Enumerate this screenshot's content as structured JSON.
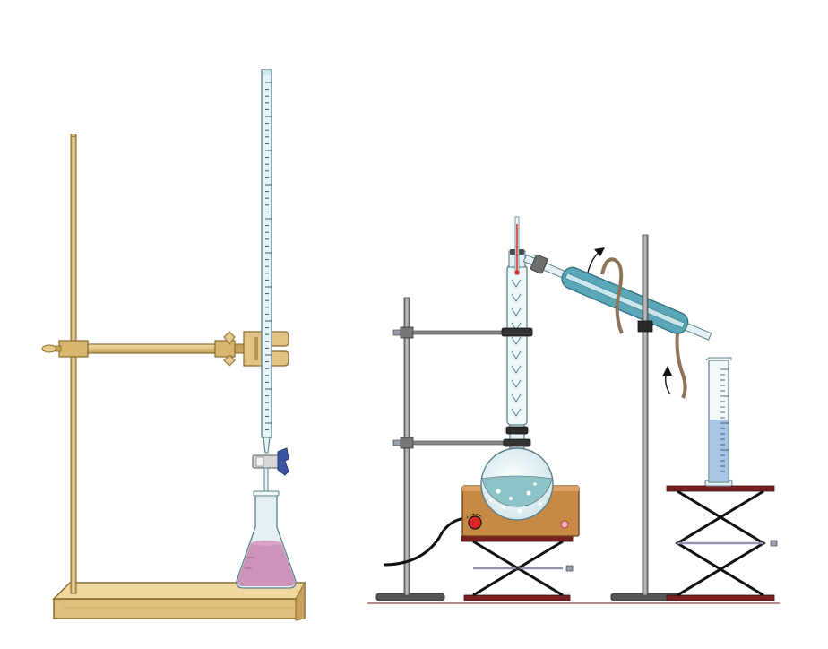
{
  "scene": {
    "apparatus": [
      {
        "name": "titration-setup",
        "parts": [
          "ring-stand",
          "clamp",
          "burette",
          "stopcock",
          "erlenmeyer-flask"
        ]
      },
      {
        "name": "distillation-setup",
        "parts": [
          "round-bottom-flask",
          "hot-plate",
          "fractionating-column",
          "thermometer",
          "condenser",
          "graduated-cylinder",
          "lab-jacks",
          "support-stands"
        ]
      }
    ],
    "colors": {
      "wood": "#e8c98a",
      "wood_dark": "#b8954f",
      "metal": "#8c8c8c",
      "glass": "#bfe1ea",
      "titrant_liquid": "#c98ab2",
      "flask_liquid": "#8cc3c6",
      "distillate": "#a9c4e6",
      "hotplate": "#c78a46",
      "jack_top": "#7a1f1f",
      "condenser_water": "#5aa7b8",
      "thermometer_red": "#d93030"
    },
    "icons": [
      "arrow-out-icon",
      "arrow-in-icon",
      "power-knob-icon"
    ]
  }
}
